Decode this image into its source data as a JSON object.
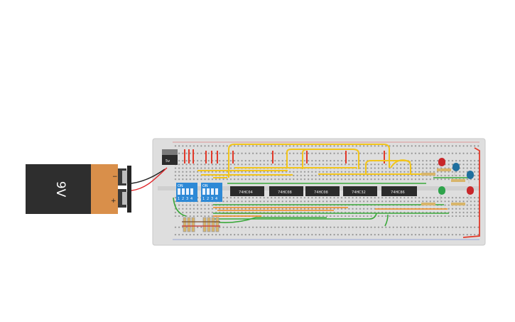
{
  "battery": {
    "label": "9V",
    "minus": "−",
    "plus": "+"
  },
  "regulator": {
    "label": "5v"
  },
  "dip_switches": [
    {
      "on_label": "ON",
      "numbers": [
        "1",
        "2",
        "3",
        "4"
      ]
    },
    {
      "on_label": "ON",
      "numbers": [
        "1",
        "2",
        "3",
        "4"
      ]
    }
  ],
  "chips": [
    "74HC04",
    "74HC08",
    "74HC08",
    "74HC32",
    "74HC86"
  ],
  "colors": {
    "board": "#dcdcdc",
    "chip": "#2b2b2b",
    "dip": "#2d89d6",
    "wire_yellow": "#f2c51c",
    "wire_orange": "#f08a1c",
    "wire_green": "#3aa83a",
    "wire_red": "#e23a2a",
    "led_red": "#c8262a",
    "led_blue": "#1f6f9e",
    "led_green": "#2ea34a"
  }
}
